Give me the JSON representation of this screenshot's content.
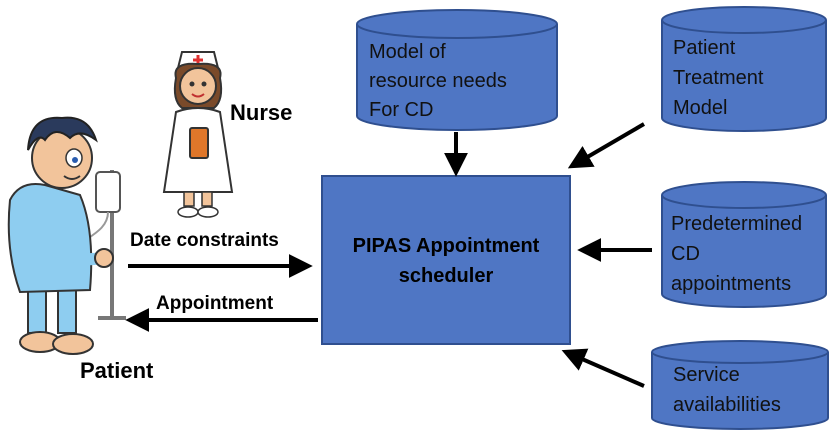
{
  "nodes": {
    "scheduler": {
      "line1": "PIPAS Appointment",
      "line2": "scheduler"
    },
    "db_resource": {
      "lines": [
        "Model of",
        "resource needs",
        "For CD"
      ]
    },
    "db_treatment": {
      "lines": [
        "Patient",
        "Treatment",
        "Model"
      ]
    },
    "db_predetermined": {
      "lines": [
        "Predetermined",
        "CD",
        "appointments"
      ]
    },
    "db_service": {
      "lines": [
        "Service",
        "availabilities"
      ]
    }
  },
  "actors": {
    "nurse": "Nurse",
    "patient": "Patient"
  },
  "edges": {
    "date_constraints": "Date constraints",
    "appointment": "Appointment"
  },
  "colors": {
    "box_fill": "#4f76c4",
    "box_stroke": "#2f4f8f",
    "arrow": "#000000"
  }
}
